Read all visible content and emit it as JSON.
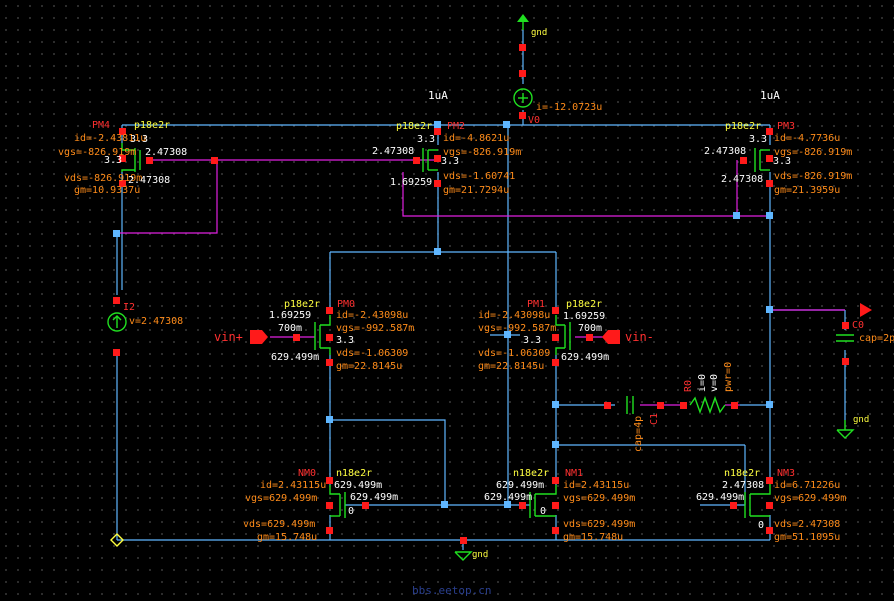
{
  "header": {
    "current_left": "1uA",
    "current_right": "1uA"
  },
  "top_supply": {
    "label": "gnd"
  },
  "v0": {
    "name": "V0",
    "current": "i=-12.0723u"
  },
  "i2": {
    "name": "I2",
    "voltage": "v=2.47308"
  },
  "pm4": {
    "name": "PM4",
    "cell": "p18e2r",
    "id": "id=-2.43811u",
    "vgs": "vgs=-826.919m",
    "vds": "vds=-826.919m",
    "gm": "gm=10.9337u",
    "pin_a": "3.3",
    "pin_b": "3.3",
    "gate": "2.47308",
    "drain": "2.47308"
  },
  "pm2": {
    "name": "PM2",
    "cell": "p18e2r",
    "id": "id=-4.8621u",
    "vgs": "vgs=-826.919m",
    "vds": "vds=-1.60741",
    "gm": "gm=21.7294u",
    "pin_a": "3.3",
    "pin_b": "3.3",
    "gate": "2.47308",
    "drain": "1.69259"
  },
  "pm3": {
    "name": "PM3",
    "cell": "p18e2r",
    "id": "id=-4.7736u",
    "vgs": "vgs=-826.919m",
    "vds": "vds=-826.919m",
    "gm": "gm=21.3959u",
    "pin_a": "3.3",
    "pin_b": "3.3",
    "gate": "2.47308",
    "drain": "2.47308"
  },
  "pm0": {
    "name": "PM0",
    "cell": "p18e2r",
    "id": "id=-2.43098u",
    "vgs": "vgs=-992.587m",
    "vds": "vds=-1.06309",
    "gm": "gm=22.8145u",
    "src": "1.69259",
    "gate": "700m",
    "bulk": "3.3",
    "drain": "629.499m"
  },
  "pm1": {
    "name": "PM1",
    "cell": "p18e2r",
    "id": "id=-2.43098u",
    "vgs": "vgs=-992.587m",
    "vds": "vds=-1.06309",
    "gm": "gm=22.8145u",
    "src": "1.69259",
    "gate": "700m",
    "bulk": "3.3",
    "drain": "629.499m"
  },
  "nm0": {
    "name": "NM0",
    "cell": "n18e2r",
    "id": "id=2.43115u",
    "vgs": "vgs=629.499m",
    "vds": "vds=629.499m",
    "gm": "gm=15.748u",
    "drain": "629.499m",
    "gate": "629.499m",
    "src": "0"
  },
  "nm1": {
    "name": "NM1",
    "cell": "n18e2r",
    "id": "id=2.43115u",
    "vgs": "vgs=629.499m",
    "vds": "vds=629.499m",
    "gm": "gm=15.748u",
    "drain": "629.499m",
    "gate": "629.499m",
    "src": "0"
  },
  "nm3": {
    "name": "NM3",
    "cell": "n18e2r",
    "id": "id=6.71226u",
    "vgs": "vgs=629.499m",
    "vds": "vds=2.47308",
    "gm": "gm=51.1095u",
    "drain": "2.47308",
    "gate": "629.499m",
    "src": "0"
  },
  "ports": {
    "vin_plus": "vin+",
    "vin_minus": "vin-"
  },
  "c1": {
    "name": "C1",
    "value": "cap=4p"
  },
  "c0": {
    "name": "C0",
    "value": "cap=2p"
  },
  "r0": {
    "name": "R0",
    "i": "i=0",
    "v": "v=0",
    "pwr": "pwr=0"
  },
  "gnd": {
    "label_c0": "gnd",
    "label_bottom": "gnd"
  },
  "watermark": "bbs.eetop.cn"
}
